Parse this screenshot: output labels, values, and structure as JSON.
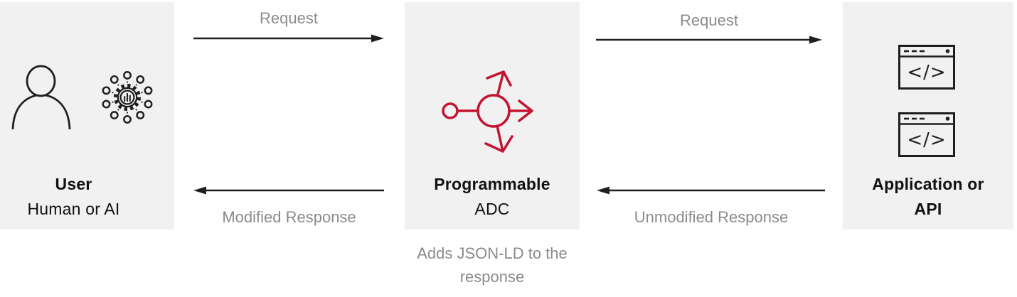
{
  "diagram": {
    "code_glyph": "</>",
    "nodes": {
      "user": {
        "title": "User",
        "subtitle": "Human or AI"
      },
      "adc": {
        "title": "Programmable",
        "subtitle": "ADC",
        "caption": "Adds JSON-LD to the response"
      },
      "app": {
        "title": "Application or",
        "subtitle": "API"
      }
    },
    "arrows": {
      "request_top_left": {
        "label": "Request",
        "direction": "right"
      },
      "request_top_right": {
        "label": "Request",
        "direction": "right"
      },
      "modified_response": {
        "label": "Modified Response",
        "direction": "left"
      },
      "unmodified_response": {
        "label": "Unmodified Response",
        "direction": "left"
      }
    },
    "colors": {
      "box_bg": "#f1f1f1",
      "line_dark": "#1f1f1f",
      "muted_text": "#8b8b8b",
      "accent_red": "#c31432"
    }
  }
}
